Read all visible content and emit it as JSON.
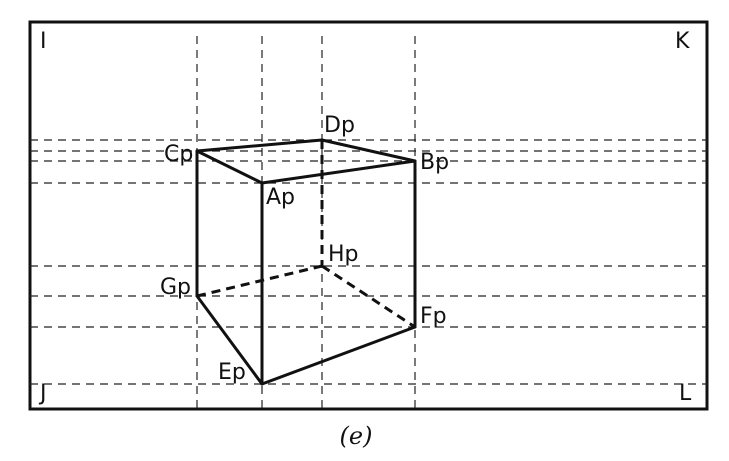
{
  "corners": {
    "top_left": "I",
    "top_right": "K",
    "bottom_left": "J",
    "bottom_right": "L"
  },
  "vertices": {
    "ap": "Ap",
    "bp": "Bp",
    "cp": "Cp",
    "dp": "Dp",
    "ep": "Ep",
    "fp": "Fp",
    "gp": "Gp",
    "hp": "Hp"
  },
  "caption": "(e)"
}
